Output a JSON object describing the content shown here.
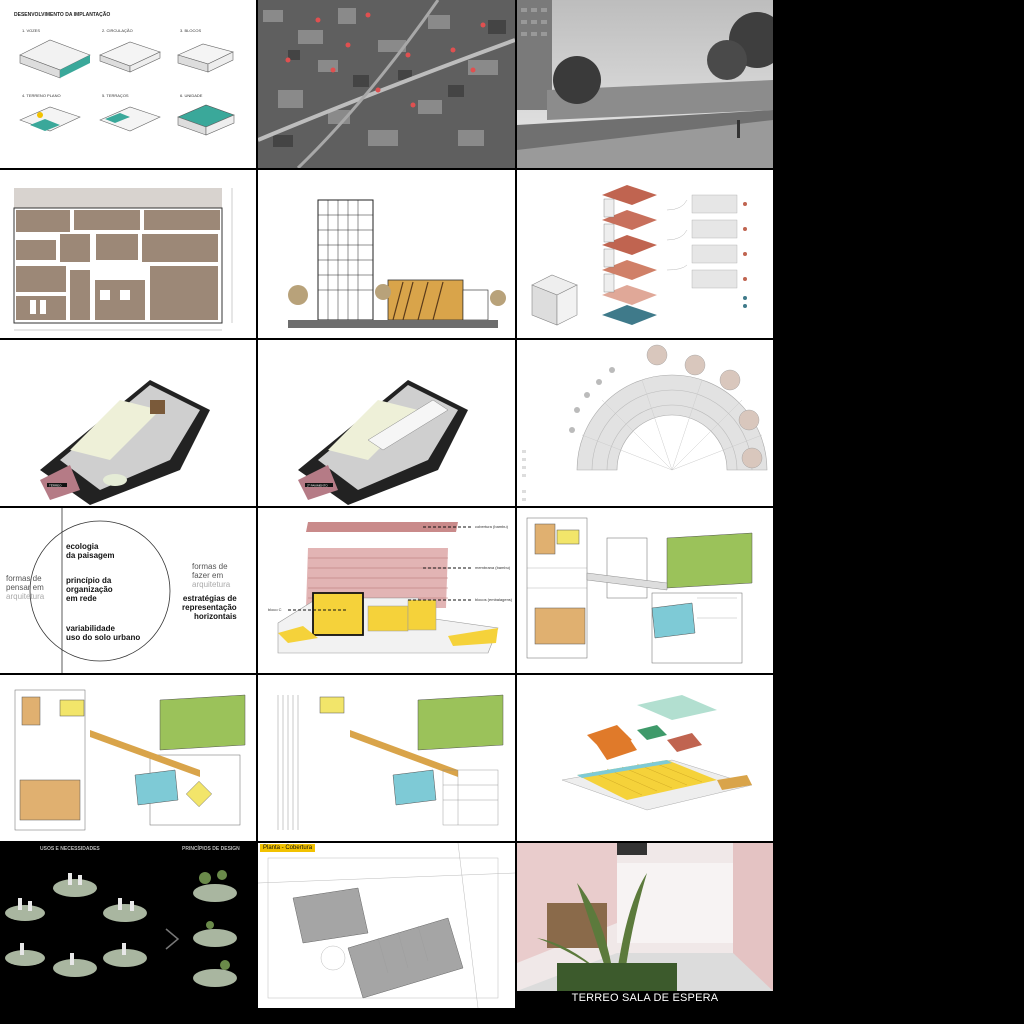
{
  "board": {
    "implantacao": {
      "title": "DESENVOLVIMENTO DA IMPLANTAÇÃO",
      "steps": [
        "1. VOZES",
        "2. CIRCULAÇÃO",
        "3. BLOCOS",
        "4. TERRENO PLANO",
        "5. TERRAÇOS",
        "6. UNIDADE"
      ]
    },
    "circle": {
      "left_label_a": "formas de",
      "left_label_b": "pensar em",
      "left_label_c": "arquitetura",
      "right_label_a": "formas de",
      "right_label_b": "fazer em",
      "right_label_c": "arquitetura",
      "item1_a": "ecologia",
      "item1_b": "da paisagem",
      "item2_a": "princípio da",
      "item2_b": "organização",
      "item2_c": "em rede",
      "item3_a": "variabilidade",
      "item3_b": "uso do solo urbano",
      "item4_a": "estratégias de",
      "item4_b": "representação",
      "item4_c": "horizontais"
    },
    "section_labels": {
      "cobertura": "cobertura (bambu)",
      "membrana": "membrana (bambu)",
      "bloco": "bloco C",
      "blocos": "blocos (embalagens)"
    },
    "aerial_captions": {
      "terreo": "TÉRREO",
      "pavimento": "2º PAVIMENTO"
    },
    "usos": {
      "title_left": "USOS E NECESSIDADES",
      "title_right": "PRINCÍPIOS DE DESIGN"
    },
    "planta_cobertura": "Planta - Cobertura",
    "render_caption": "TERREO SALA DE ESPERA"
  },
  "colors": {
    "gold": "#f2c200",
    "green_field": "#9bc25a",
    "court": "#e0b070",
    "pool": "#7ecad6",
    "brown_plan": "#9c8877",
    "brick": "#c06450",
    "pink_wall": "#e9cccc"
  }
}
